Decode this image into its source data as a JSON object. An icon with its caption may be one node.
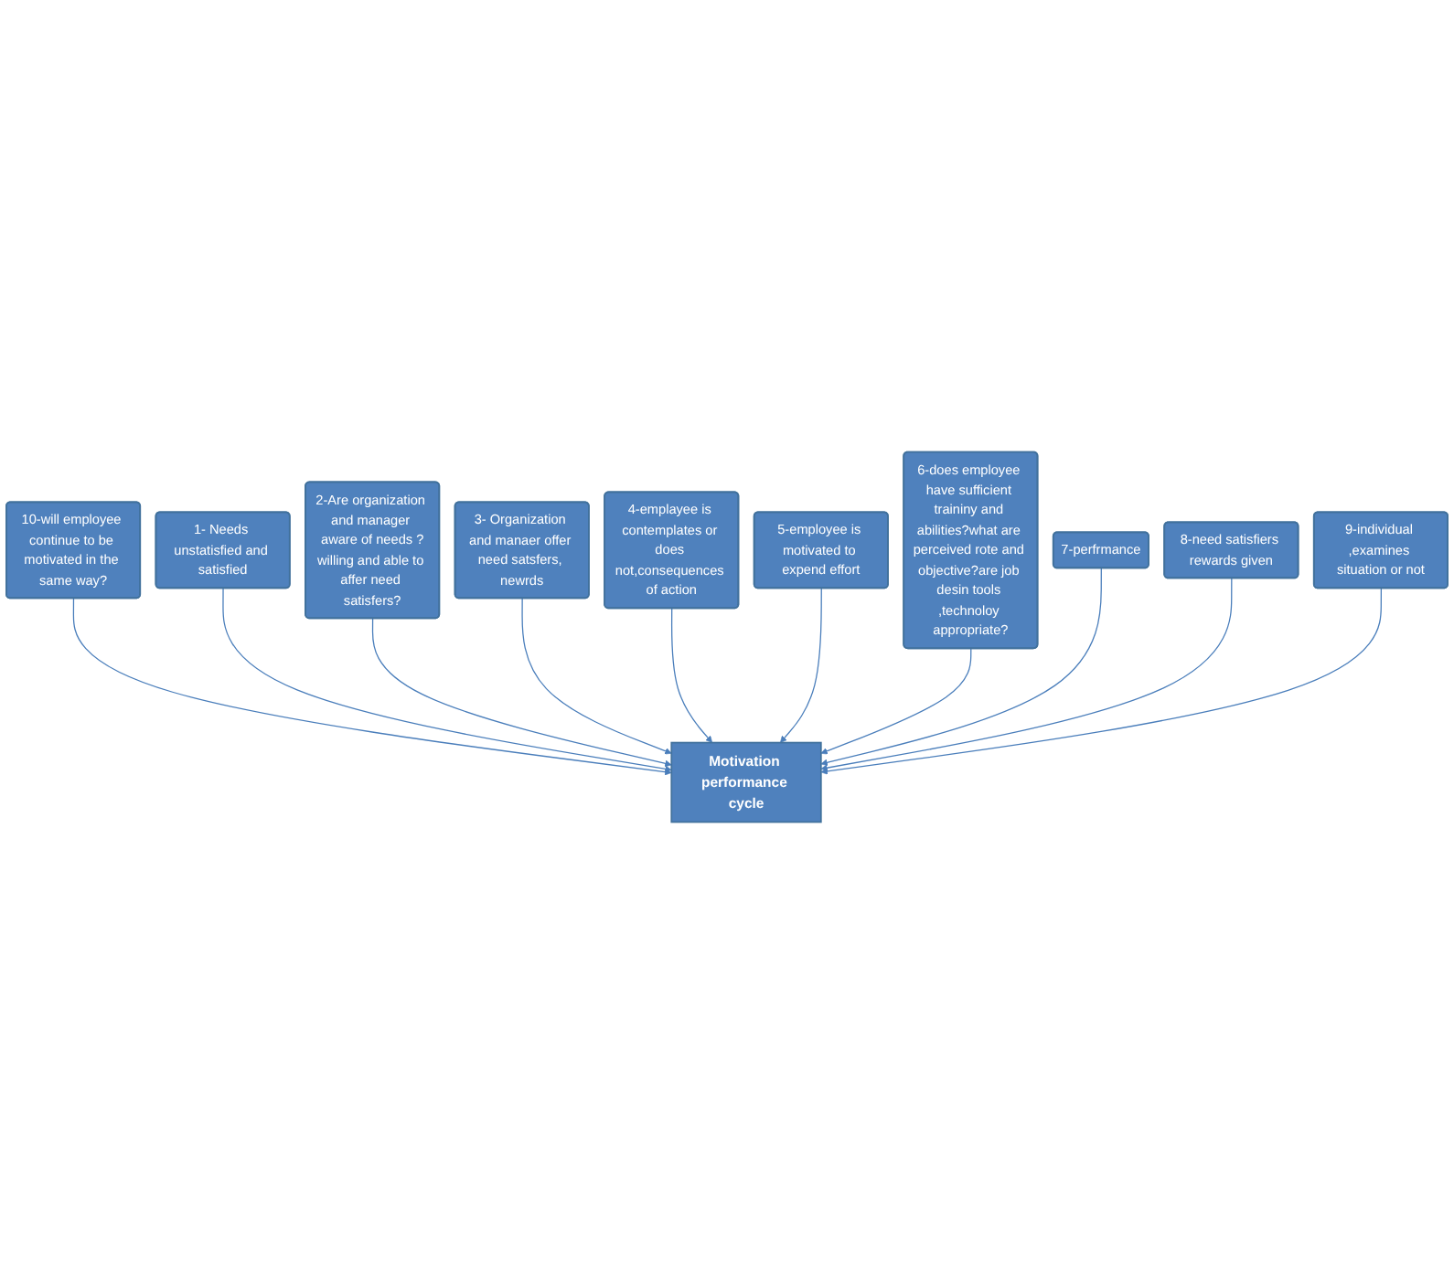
{
  "diagram": {
    "nodes": [
      {
        "text": [
          "1- Needs unstatisfied and satisfied"
        ]
      },
      {
        "text": [
          "2-Are organization and manager aware of needs ?willing and able to affer need satisfers?"
        ]
      },
      {
        "text": [
          "3- Organization and manaer offer need satsfers, newrds"
        ]
      },
      {
        "text": [
          "4-emplayee is contemplates or does not,consequences of action"
        ]
      },
      {
        "text": [
          "5-employee is motivated to expend effort"
        ]
      },
      {
        "text": [
          "6-does employee have sufficient traininy and abilities?what are perceived rote and objective?are job desin tools ,technoloy appropriate?"
        ]
      },
      {
        "text": [
          "7-perfrmance"
        ]
      },
      {
        "text": [
          "8-need satisfiers rewards given"
        ]
      },
      {
        "text": [
          "9-individual ,examines situation or not"
        ]
      },
      {
        "text": [
          "10-will employee continue to be motivated in the same way?"
        ]
      },
      {
        "text": [
          "Motivation performance cycle"
        ]
      }
    ],
    "edges": [
      {
        "from": 9,
        "to": 10,
        "arrow": "to"
      },
      {
        "from": 0,
        "to": 10,
        "arrow": "to"
      },
      {
        "from": 1,
        "to": 10,
        "arrow": "to"
      },
      {
        "from": 2,
        "to": 10,
        "arrow": "to"
      },
      {
        "from": 3,
        "to": 10,
        "arrow": "to"
      },
      {
        "from": 4,
        "to": 10,
        "arrow": "to"
      },
      {
        "from": 5,
        "to": 10,
        "arrow": "to"
      },
      {
        "from": 6,
        "to": 10,
        "arrow": "to"
      },
      {
        "from": 7,
        "to": 10,
        "arrow": "to"
      },
      {
        "from": 8,
        "to": 10,
        "arrow": "to"
      }
    ]
  }
}
